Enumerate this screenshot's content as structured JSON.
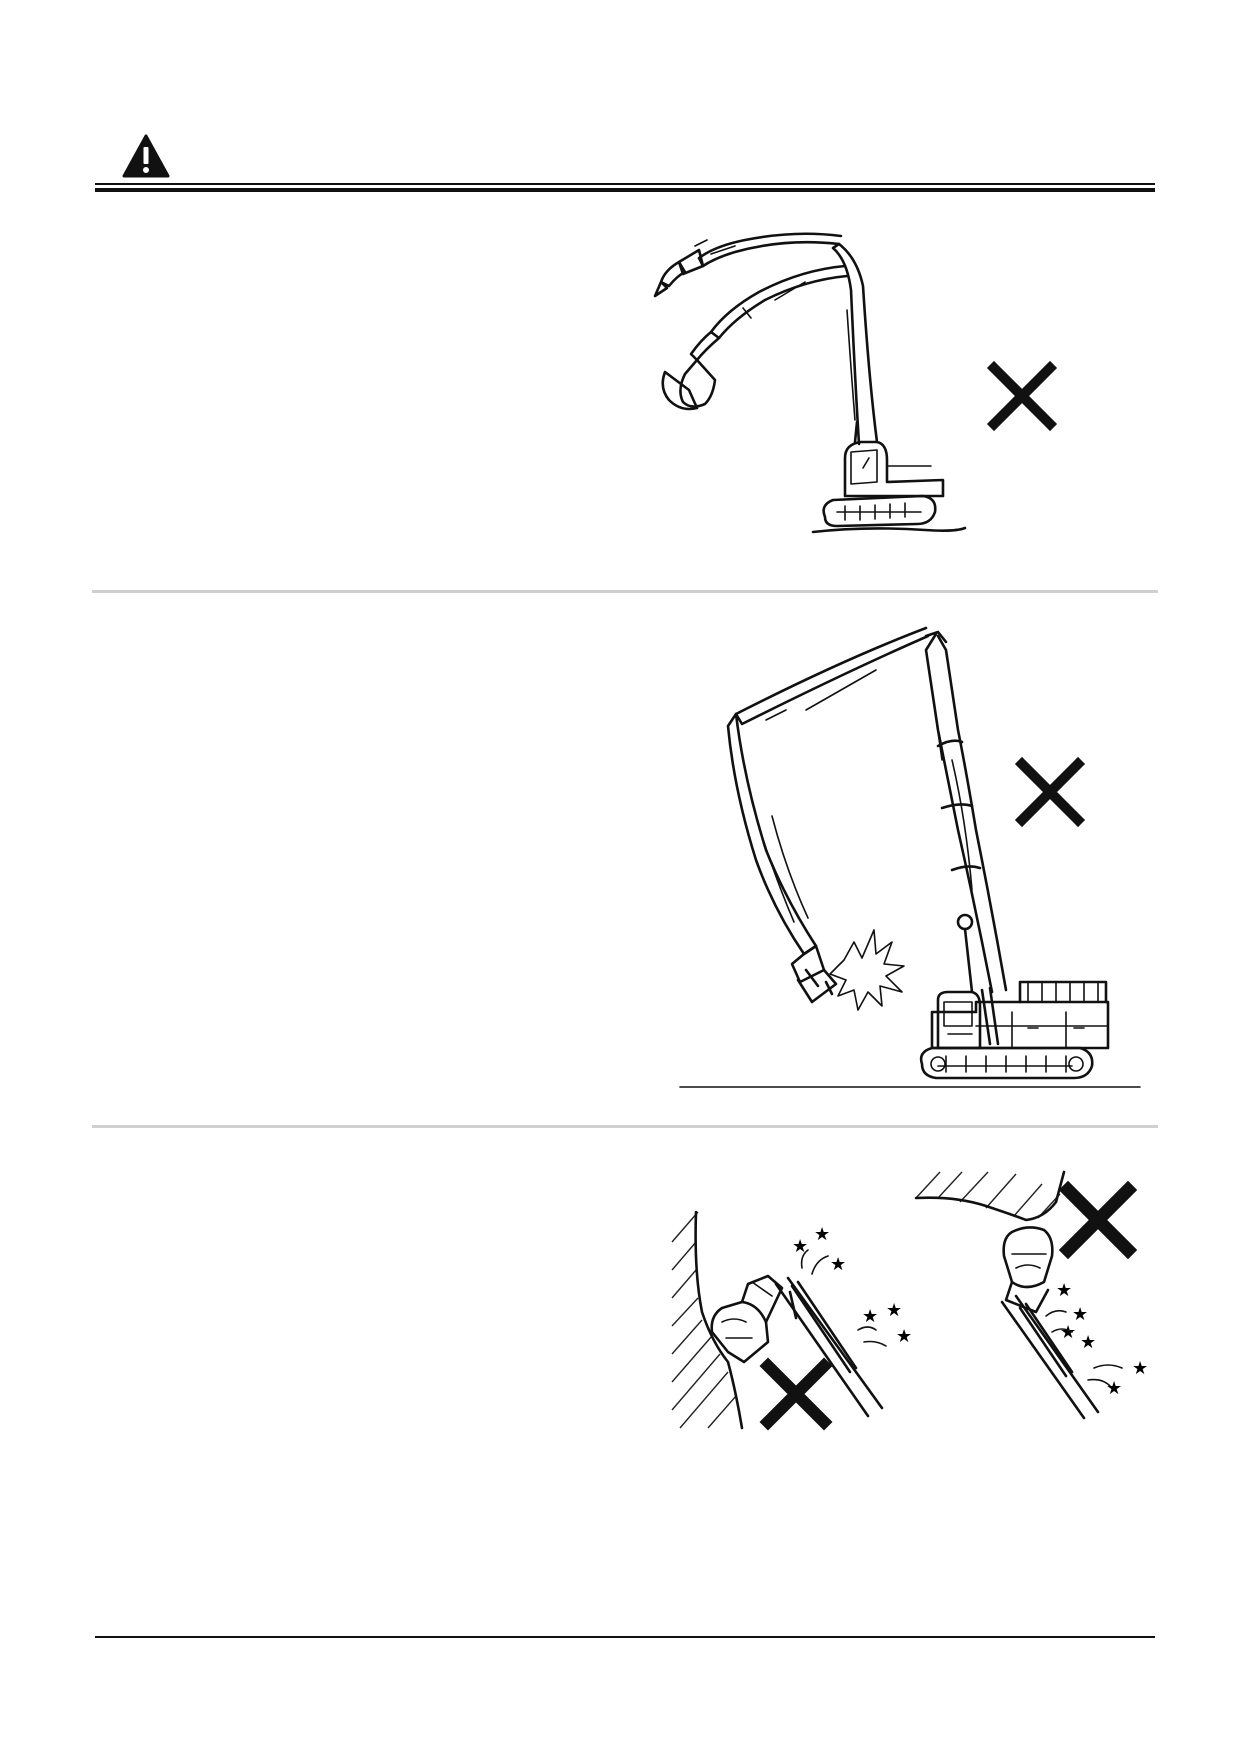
{
  "header": {
    "icon": "warning-triangle-icon"
  },
  "sections": [
    {
      "id": "combined-operation",
      "figure": "boom-and-arm-raised-figure",
      "mark": "prohibited-x-icon"
    },
    {
      "id": "attachment-hits-cab",
      "figure": "long-reach-machine-figure",
      "mark": "prohibited-x-icon"
    },
    {
      "id": "hydraulic-cylinder-contact",
      "figures": [
        "crusher-pressing-wall-figure",
        "crusher-pressing-ceiling-figure"
      ],
      "mark": "prohibited-x-icon"
    }
  ],
  "colors": {
    "ink": "#111111",
    "separator": "#cfcfcf",
    "background": "#ffffff"
  }
}
